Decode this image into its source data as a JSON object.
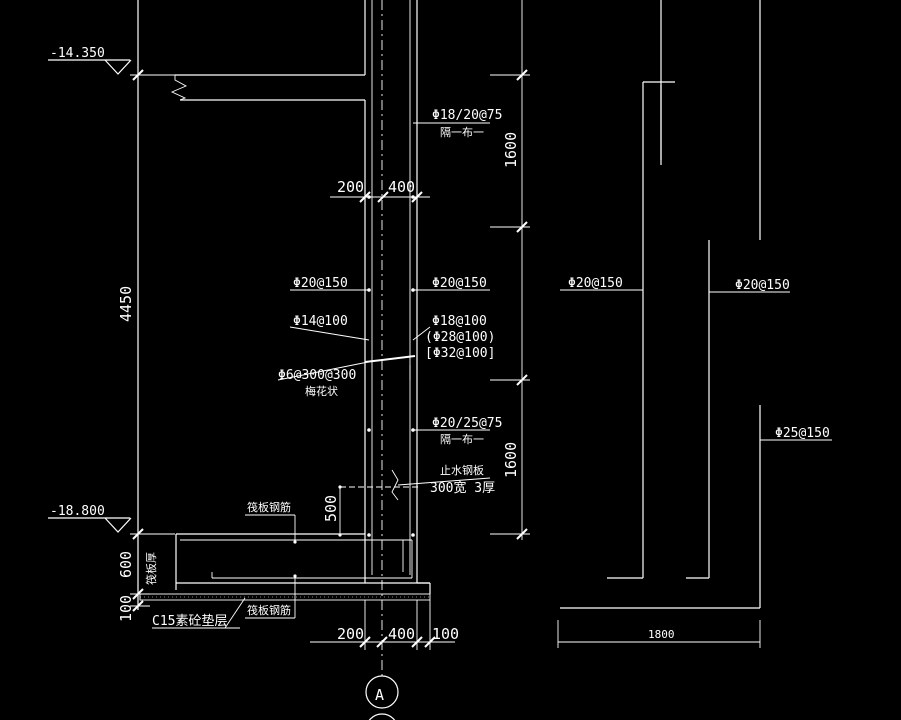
{
  "elevations": {
    "top": "-14.350",
    "bottom": "-18.800"
  },
  "dims_vertical": {
    "total_height": "4450",
    "upper_zone": "1600",
    "lower_zone": "1600",
    "stop_plate_height": "500",
    "raft_thickness": "600",
    "cushion_thickness": "100"
  },
  "dims_horizontal": {
    "upper_left": "200",
    "upper_wall": "400",
    "bottom_left": "200",
    "bottom_wall": "400",
    "bottom_right": "100",
    "right_width": "1800"
  },
  "rebar": {
    "top_outer": "Φ18/20@75",
    "top_outer_note": "隔一布一",
    "inner_vertical": "Φ20@150",
    "outer_vertical": "Φ20@150",
    "inner_horizontal": "Φ14@100",
    "outer_horizontal_1": "Φ18@100",
    "outer_horizontal_2": "(Φ28@100)",
    "outer_horizontal_3": "[Φ32@100]",
    "tie": "Φ6@300@300",
    "tie_note": "梅花状",
    "bottom_outer": "Φ20/25@75",
    "bottom_outer_note": "隔一布一",
    "right_left_vertical": "Φ20@150",
    "right_right_vertical": "Φ20@150",
    "right_lower": "Φ25@150"
  },
  "notes": {
    "water_stop": "止水钢板",
    "water_stop_spec": "300宽 3厚",
    "raft_rebar_top": "筏板钢筋",
    "raft_rebar_bottom": "筏板钢筋",
    "raft_thickness_label": "筏板厚",
    "cushion": "C15素砼垫层"
  },
  "axis": {
    "label": "A"
  }
}
